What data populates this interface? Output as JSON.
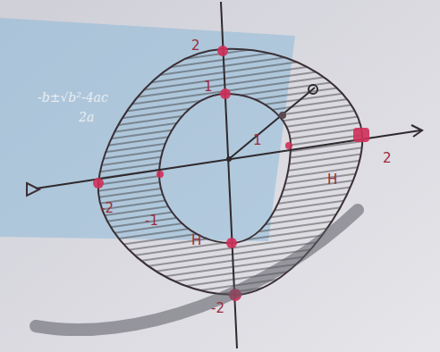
{
  "diagram": {
    "labels": [
      "-b±√b²-4ac",
      "2a",
      "2",
      "1",
      "1",
      "2",
      "-2",
      "-1",
      "-2",
      "H",
      "H"
    ]
  }
}
